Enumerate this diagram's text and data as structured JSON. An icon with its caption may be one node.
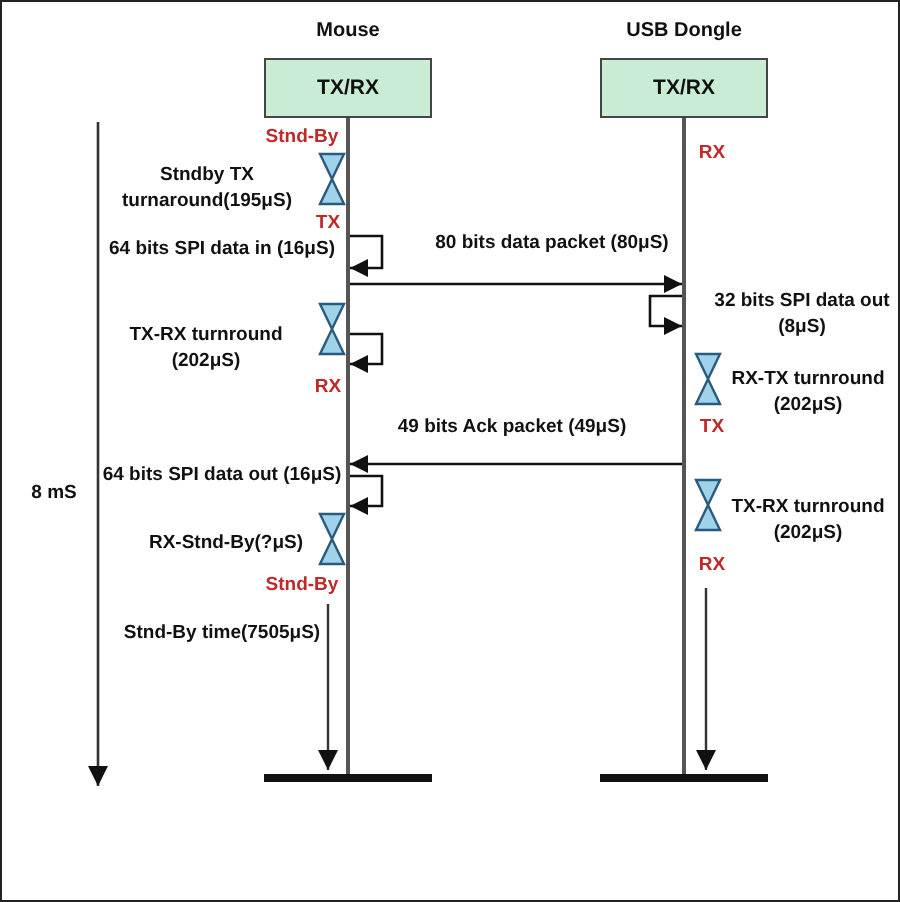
{
  "diagram": {
    "nodes": [
      {
        "text": [
          "Mouse",
          "TX/RX"
        ]
      },
      {
        "text": [
          "USB Dongle",
          "TX/RX"
        ]
      },
      {
        "text": [],
        "shape": "line"
      },
      {
        "text": [],
        "shape": "line"
      },
      {
        "text": [],
        "shape": "hourglass",
        "beside": [
          "Stndby TX turnaround(195μS)"
        ]
      },
      {
        "text": [],
        "shape": "hourglass",
        "beside": [
          "TX-RX turnround (202μS)"
        ]
      },
      {
        "text": [],
        "shape": "hourglass",
        "beside": [
          "RX-TX turnround (202μS)"
        ]
      },
      {
        "text": [],
        "shape": "hourglass",
        "beside": [
          "TX-RX turnround (202μS)"
        ]
      },
      {
        "text": [],
        "shape": "hourglass",
        "beside": [
          "RX-Stnd-By(?μS)"
        ]
      }
    ],
    "edges": [
      {
        "from": 2,
        "to": 3,
        "arrow": "to",
        "label": "80 bits data packet (80μS)"
      },
      {
        "from": 2,
        "to": 2,
        "arrow": "to"
      },
      {
        "from": 2,
        "to": 2,
        "arrow": "to"
      },
      {
        "from": 3,
        "to": 3,
        "arrow": "to"
      },
      {
        "from": 3,
        "to": 2,
        "arrow": "to",
        "label": "49 bits Ack packet (49μS)"
      },
      {
        "from": 2,
        "to": 2,
        "arrow": "to"
      }
    ],
    "labels": [
      "Stnd-By",
      "RX",
      "TX",
      "64 bits SPI data in (16μS)",
      "32 bits SPI data out (8μS)",
      "RX",
      "TX",
      "8 mS",
      "64 bits SPI data out (16μS)",
      "RX",
      "Stnd-By",
      "Stnd-By time(7505μS)"
    ]
  }
}
